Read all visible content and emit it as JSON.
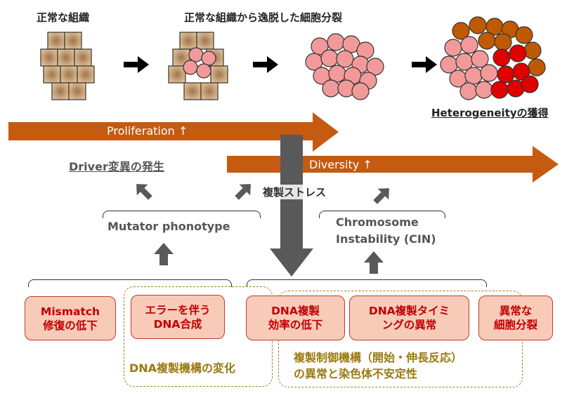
{
  "stages": {
    "normal_tissue": "正常な組織",
    "deviant_division": "正常な組織から逸脱した細胞分裂",
    "heterogeneity": "Heterogeneityの獲得"
  },
  "arrows": {
    "proliferation": "Proliferation ↑",
    "diversity": "Diversity ↑",
    "replication_stress": "複製ストレス"
  },
  "outcomes": {
    "driver": "Driver変異の発生",
    "mutator": "Mutator phonotype",
    "cin_line1": "Chromosome",
    "cin_line2": "Instability (CIN)"
  },
  "causes": [
    {
      "line1": "Mismatch",
      "line2": "修復の低下"
    },
    {
      "line1": "エラーを伴う",
      "line2": "DNA合成"
    },
    {
      "line1": "DNA複製",
      "line2": "効率の低下"
    },
    {
      "line1": "DNA複製タイミ",
      "line2": "ングの異常"
    },
    {
      "line1": "異常な",
      "line2": "細胞分裂"
    }
  ],
  "groups": {
    "dna_machinery": "DNA複製機構の変化",
    "control_line1": "複製制御機構（開始・伸長反応）",
    "control_line2": "の異常と染色体不安定性"
  },
  "colors": {
    "orange_arrow": "#c55a11",
    "gray_arrow": "#595959",
    "cause_fill": "#f8cbb8",
    "cause_text": "#c00000",
    "dash_border": "#a08020",
    "cell_tan": "#c9a47a",
    "cell_pink": "#f29a9a",
    "cell_red": "#e00000",
    "cell_brown": "#c05a00"
  }
}
